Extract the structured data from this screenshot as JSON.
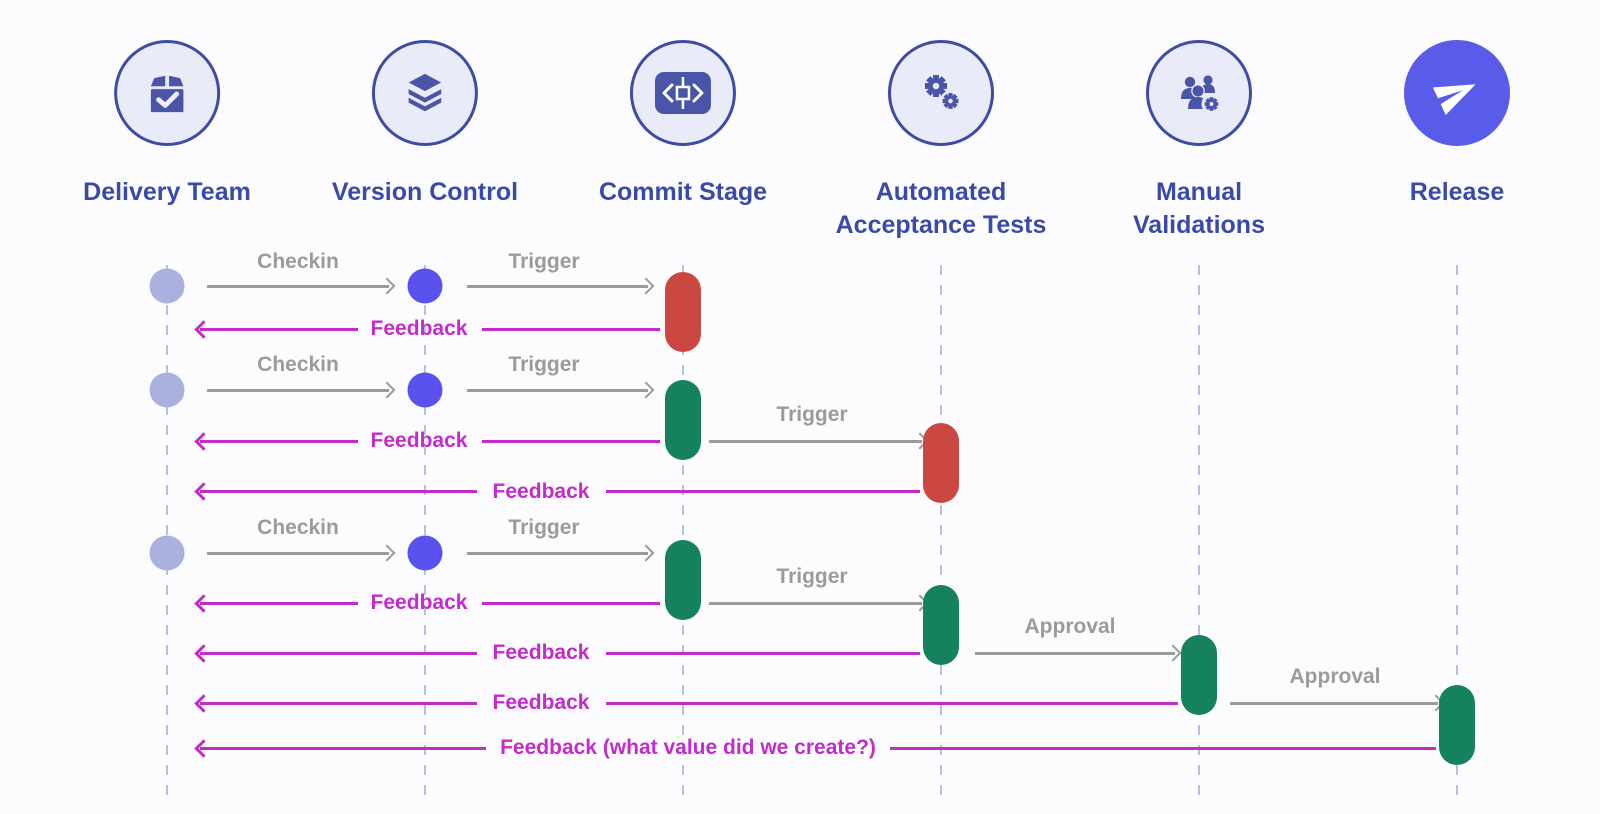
{
  "actors": [
    {
      "label": "Delivery Team",
      "icon": "package-check-icon"
    },
    {
      "label": "Version Control",
      "icon": "layers-icon"
    },
    {
      "label": "Commit Stage",
      "icon": "code-commit-icon"
    },
    {
      "label": "Automated Acceptance Tests",
      "icon": "gears-icon"
    },
    {
      "label": "Manual Validations",
      "icon": "users-gear-icon"
    },
    {
      "label": "Release",
      "icon": "paper-plane-icon"
    }
  ],
  "message_labels": {
    "checkin": "Checkin",
    "trigger": "Trigger",
    "feedback": "Feedback",
    "approval": "Approval",
    "feedback_final": "Feedback (what value did we create?)"
  },
  "messages": [
    {
      "from": "Delivery Team",
      "to": "Version Control",
      "label": "Checkin"
    },
    {
      "from": "Version Control",
      "to": "Commit Stage",
      "label": "Trigger",
      "result": "fail"
    },
    {
      "from": "Commit Stage",
      "to": "Delivery Team",
      "label": "Feedback"
    },
    {
      "from": "Delivery Team",
      "to": "Version Control",
      "label": "Checkin"
    },
    {
      "from": "Version Control",
      "to": "Commit Stage",
      "label": "Trigger",
      "result": "pass"
    },
    {
      "from": "Commit Stage",
      "to": "Delivery Team",
      "label": "Feedback"
    },
    {
      "from": "Commit Stage",
      "to": "Automated Acceptance Tests",
      "label": "Trigger",
      "result": "fail"
    },
    {
      "from": "Automated Acceptance Tests",
      "to": "Delivery Team",
      "label": "Feedback"
    },
    {
      "from": "Delivery Team",
      "to": "Version Control",
      "label": "Checkin"
    },
    {
      "from": "Version Control",
      "to": "Commit Stage",
      "label": "Trigger",
      "result": "pass"
    },
    {
      "from": "Commit Stage",
      "to": "Delivery Team",
      "label": "Feedback"
    },
    {
      "from": "Commit Stage",
      "to": "Automated Acceptance Tests",
      "label": "Trigger",
      "result": "pass"
    },
    {
      "from": "Automated Acceptance Tests",
      "to": "Delivery Team",
      "label": "Feedback"
    },
    {
      "from": "Automated Acceptance Tests",
      "to": "Manual Validations",
      "label": "Approval",
      "result": "pass"
    },
    {
      "from": "Manual Validations",
      "to": "Delivery Team",
      "label": "Feedback"
    },
    {
      "from": "Manual Validations",
      "to": "Release",
      "label": "Approval",
      "result": "pass"
    },
    {
      "from": "Release",
      "to": "Delivery Team",
      "label": "Feedback (what value did we create?)"
    }
  ],
  "colors": {
    "indigo_text": "#3A4AA8",
    "icon_fill": "#4A55A8",
    "release_accent": "#585CE9",
    "team_event": "#A9B1DF",
    "vc_event": "#5A52EE",
    "stage_fail": "#CB4742",
    "stage_pass": "#16815E",
    "feedback": "#C32BCB",
    "neutral_gray": "#9B9B9D",
    "lifeline": "#B8C0E8",
    "background": "#FCFCFE"
  }
}
